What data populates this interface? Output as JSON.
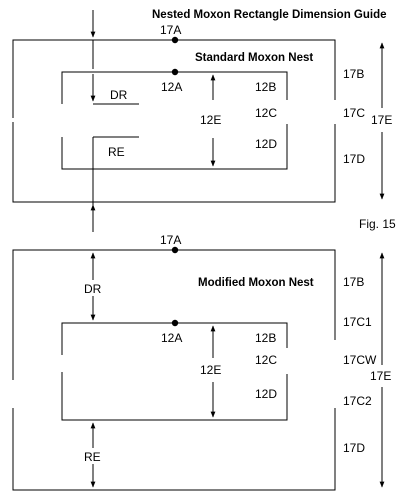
{
  "title": "Nested Moxon Rectangle Dimension Guide",
  "figure_label": "Fig. 15",
  "top_diagram": {
    "heading": "Standard Moxon Nest",
    "labels": {
      "a17": "17A",
      "b17": "17B",
      "c17": "17C",
      "d17": "17D",
      "e17": "17E",
      "a12": "12A",
      "b12": "12B",
      "c12": "12C",
      "d12": "12D",
      "e12": "12E",
      "dr": "DR",
      "re": "RE"
    }
  },
  "bottom_diagram": {
    "heading": "Modified Moxon Nest",
    "labels": {
      "a17": "17A",
      "b17": "17B",
      "c1_17": "17C1",
      "cw17": "17CW",
      "c2_17": "17C2",
      "d17": "17D",
      "e17": "17E",
      "a12": "12A",
      "b12": "12B",
      "c12": "12C",
      "d12": "12D",
      "e12": "12E",
      "dr": "DR",
      "re": "RE"
    }
  }
}
